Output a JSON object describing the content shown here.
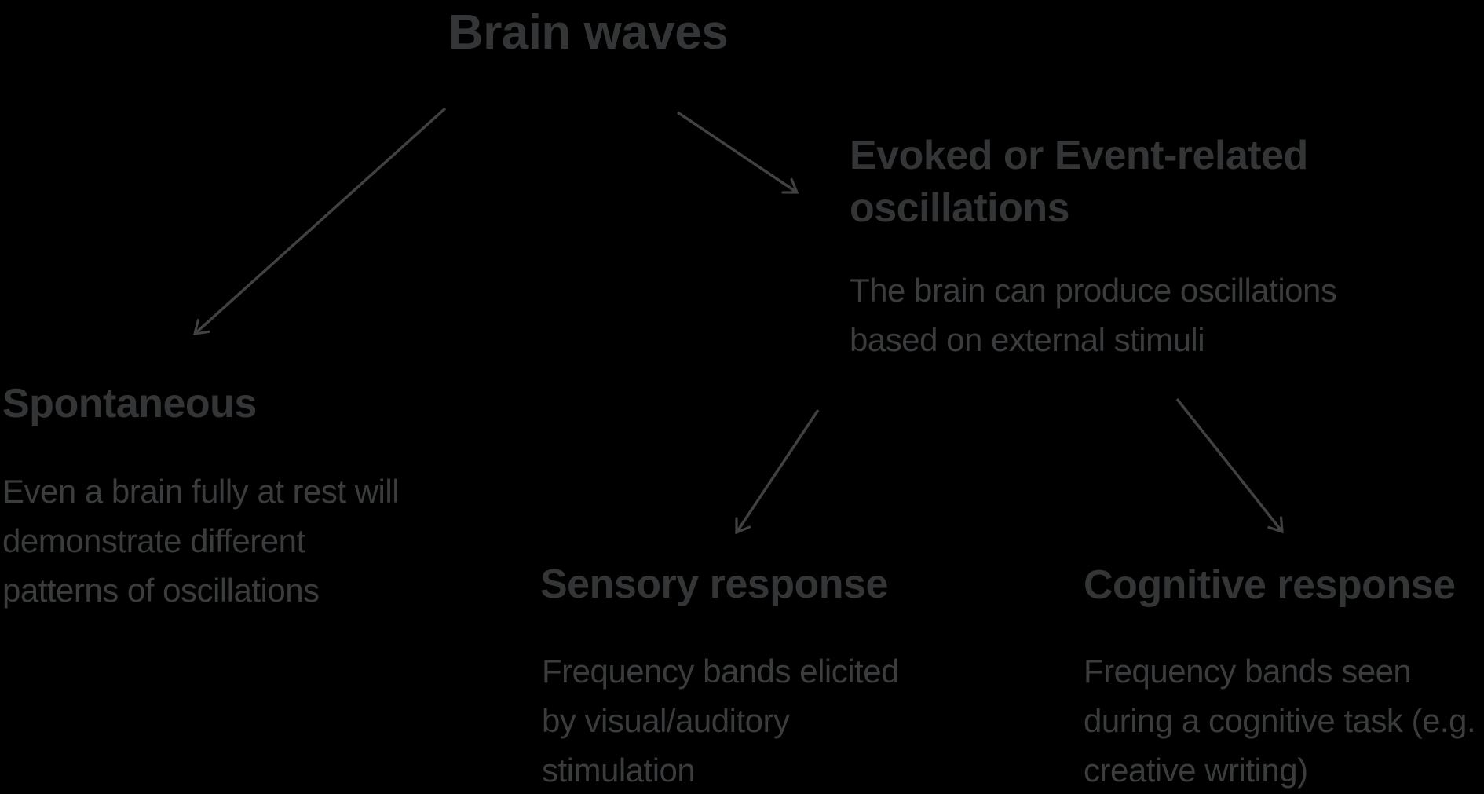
{
  "canvas": {
    "background": "#000000"
  },
  "colors": {
    "heading_text": "#333536",
    "body_text": "#3a3c3d",
    "arrow": "#3f4142"
  },
  "diagram": {
    "title": "Brain waves",
    "nodes": {
      "spontaneous": {
        "heading": "Spontaneous",
        "description_lines": [
          "Even a brain fully at rest will",
          "demonstrate different",
          "patterns of oscillations"
        ]
      },
      "evoked": {
        "heading_lines": [
          "Evoked or Event-related",
          "oscillations"
        ],
        "description_lines": [
          "The brain can produce oscillations",
          "based on external stimuli"
        ]
      },
      "sensory": {
        "heading": "Sensory response",
        "description_lines": [
          "Frequency bands elicited",
          "by visual/auditory",
          "stimulation"
        ]
      },
      "cognitive": {
        "heading": "Cognitive response",
        "description_lines": [
          "Frequency bands seen",
          "during a cognitive task (e.g.",
          "creative writing)"
        ]
      }
    }
  }
}
